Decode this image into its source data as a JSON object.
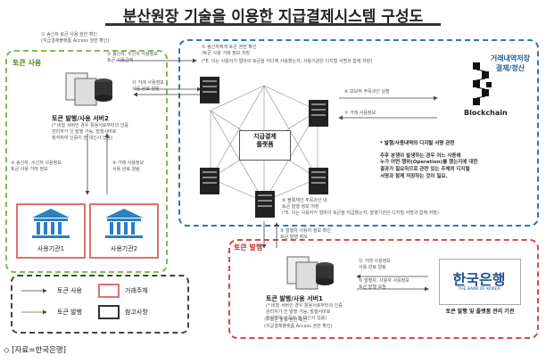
{
  "title": "분산원장 기술을 이용한 지급결제시스템 구성도",
  "regions": {
    "token_use": "토큰 사용",
    "ledger": "거래내역저장\n결제/정산",
    "token_issue": "토큰 발행"
  },
  "hub": {
    "line1": "지급결제",
    "line2": "플랫폼"
  },
  "blockchain_label": "Blockchain",
  "servers": {
    "server2": "토큰 발행/사용 서버2",
    "server1": "토큰 발행/사용 서버1",
    "server2_note": "(* 비밀 서버인 경우 활용서로부터의 인증\n  관리자가 인 발행 가능, 발행서버로\n  참석하여 인증이 한 대신사 있음)",
    "server1_note": "(* 비밀 서버인 경우 활용서로부터의 인증\n  관리자가 인 발행 가능, 발행서버로\n  참석하여 인증이 한 대신사 있음)"
  },
  "steps": {
    "s1": "① 송신자 토큰 사용 권한 확인\n   (지급결제플랫폼 Access 권한 확인)",
    "s2": "② 송신자, 수신자 사용정보\n   토큰 사용금액",
    "s3": "③ 송신자, 수신자 사용정보\n   토큰 사용 거래 정보",
    "s4": "④ 거래 사용정보\n   사용 완료 알림",
    "s5": "⑤ 송신자에게 토큰 권한 확인\n   /토큰 사용 거래 정보 저장",
    "s5_sub": "(*E. 이는 사용자가 얼마의 토큰을 어디에 사용했는지, 사용기관은 디지털 서명과 함께 저장)",
    "s6": "⑥ 보보적 주목과인 실행",
    "s7": "⑦ 거래 사용정보",
    "s8": "⑧ 블록체인 주목과인 내\n   토큰 발행 정보 저장",
    "s8_sub": "(*E. 이는 사용자가 얼마의 토큰을 지급했는지, 발행기관은 디지털 서명과 함께 저장)",
    "s9": "⑨ 발행자 사용자 정보 확인\n   토큰 발행 정보",
    "s10": "⑩ 발행자, 사용자 사용정보\n   토큰 발행 요청",
    "s11": "⑪ 토큰 발행 권한 확인\n   (지급결제플랫폼 Access 권한 확인)",
    "s12": "⑫ 거래 사용정보\n   사용 완료 알림",
    "s13": "⑬ 거래 사용정보\n   사용 완료 알림"
  },
  "note": {
    "title": "* 발행/사용내역의 디지털 서명 관련",
    "body": "추후 분쟁이 발생하는 경우 어느 사용에\n누가 어떤 행위(Operation)를 했는지에 대한\n결과가 필요하므로 관련 있는 주체의 디지털\n서명과 함께 저장하는 것이 필요."
  },
  "banks": {
    "bank1": "사용기관1",
    "bank2": "사용기관2"
  },
  "bok": {
    "name": "한국은행",
    "sub": "THE BANK OF KOREA",
    "caption": "토큰 발행 및 플랫폼 관리 기관"
  },
  "legend": {
    "token_use": "토큰 사용",
    "token_issue": "토큰 발행",
    "trade_subject": "거래주체",
    "reference": "참고사항"
  },
  "source": "◇ [자료=한국은행]",
  "colors": {
    "green": "#7bbf4a",
    "blue": "#2a7ab8",
    "red": "#d74a4a",
    "bok_blue": "#1d4f91"
  }
}
